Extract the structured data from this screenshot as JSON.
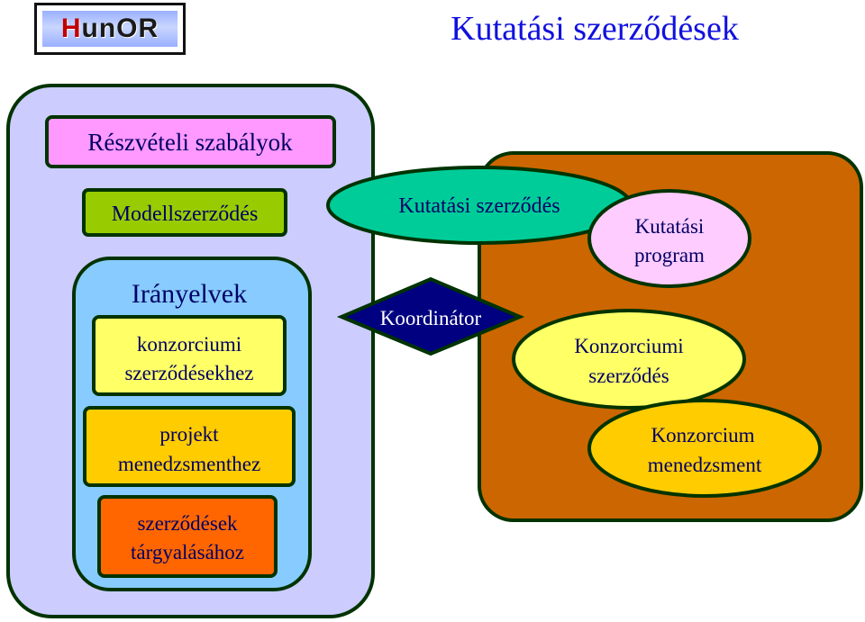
{
  "logo": {
    "part1": "H",
    "part2": "un",
    "part3": "OR"
  },
  "title": "Kutatási szerződések",
  "colors": {
    "left_panel": "#ccccff",
    "inner_panel": "#88ccff",
    "right_panel": "#cc6600",
    "rule_box": "#ff99ff",
    "model_box": "#99cc00",
    "guideline_box": "#ffff66",
    "project_box": "#ffcc00",
    "negotiation_box": "#ff6600",
    "contract_ellipse": "#00cc99",
    "program_ellipse": "#ffccff",
    "consortium_contract_ellipse": "#ffff66",
    "consortium_mgmt_ellipse": "#ffcc00",
    "coordinator_diamond": "#000080",
    "text_dark_blue": "#000066"
  },
  "left_panel": {
    "participation_rules": "Részvételi szabályok",
    "model_contract": "Modellszerződés",
    "guidelines": {
      "heading": "Irányelvek",
      "consortium": {
        "line1": "konzorciumi",
        "line2": "szerződésekhez"
      },
      "project": {
        "line1": "projekt",
        "line2": "menedzsmenthez"
      },
      "negotiation": {
        "line1": "szerződések",
        "line2": "tárgyalásához"
      }
    }
  },
  "center": {
    "research_contract": "Kutatási szerződés",
    "coordinator": "Koordinátor"
  },
  "right_panel": {
    "research_program": {
      "line1": "Kutatási",
      "line2": "program"
    },
    "consortium_contract": {
      "line1": "Konzorciumi",
      "line2": "szerződés"
    },
    "consortium_management": {
      "line1": "Konzorcium",
      "line2": "menedzsment"
    }
  }
}
